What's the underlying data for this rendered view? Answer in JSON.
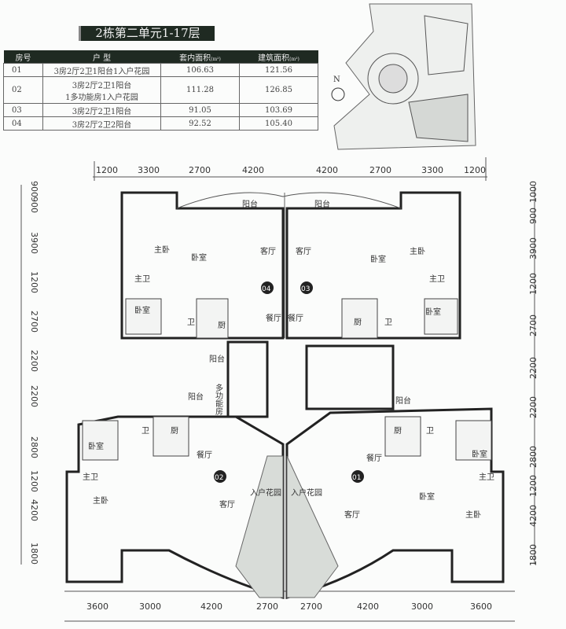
{
  "title": "2栋第二单元1-17层",
  "table": {
    "headers": [
      "房号",
      "户  型",
      "套内面积",
      "建筑面积"
    ],
    "unit_sup": "(m²)",
    "rows": [
      {
        "id": "01",
        "type": "3房2厅2卫1阳台1入户花园",
        "type2": "",
        "inner_area": "106.63",
        "gross_area": "121.56"
      },
      {
        "id": "02",
        "type": "3房2厅2卫1阳台",
        "type2": "1多功能房1入户花园",
        "inner_area": "111.28",
        "gross_area": "126.85"
      },
      {
        "id": "03",
        "type": "3房2厅2卫1阳台",
        "type2": "",
        "inner_area": "91.05",
        "gross_area": "103.69"
      },
      {
        "id": "04",
        "type": "3房2厅2卫2阳台",
        "type2": "",
        "inner_area": "92.52",
        "gross_area": "105.40"
      }
    ]
  },
  "site_map": {
    "compass": "N"
  },
  "dimensions": {
    "top": [
      "1200",
      "3300",
      "2700",
      "4200",
      "4200",
      "2700",
      "3300",
      "1200"
    ],
    "bottom": [
      "3600",
      "3000",
      "4200",
      "2700",
      "2700",
      "4200",
      "3000",
      "3600"
    ],
    "left": [
      "900",
      "900",
      "3900",
      "1200",
      "2700",
      "2200",
      "2200",
      "2800",
      "1200",
      "4200",
      "1800"
    ],
    "right": [
      "1000",
      "900",
      "3900",
      "1200",
      "2700",
      "2200",
      "2200",
      "2800",
      "1200",
      "4200",
      "1800"
    ]
  },
  "plan": {
    "units": [
      "04",
      "03",
      "02",
      "01"
    ],
    "rooms": [
      "阳台",
      "阳台",
      "主卧",
      "卧室",
      "客厅",
      "客厅",
      "卧室",
      "主卧",
      "主卫",
      "主卫",
      "卧室",
      "卫",
      "厨",
      "餐厅",
      "餐厅",
      "厨",
      "卫",
      "卧室",
      "阳台",
      "多功能房",
      "阳台",
      "阳台",
      "卫",
      "厨",
      "卧室",
      "餐厅",
      "主卫",
      "主卧",
      "客厅",
      "入户花园",
      "入户花园",
      "客厅",
      "餐厅",
      "厨",
      "卫",
      "卧室",
      "主卫",
      "卧室",
      "主卧"
    ]
  }
}
